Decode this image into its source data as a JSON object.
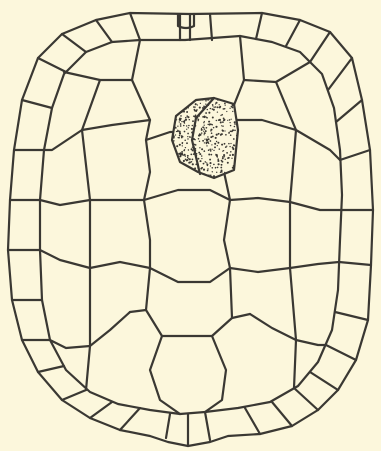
{
  "figure": {
    "subject": "turtle-carapace-scute-diagram",
    "colors": {
      "background": "#fcf7dc",
      "ink": "#3a3833",
      "stipple": "#3a3833"
    },
    "marginal_scutes_count": 24,
    "vertebral_scutes_count": 5,
    "costal_rows": 4,
    "highlighted_region": "stippled-lesion-on-vertebral-1"
  }
}
